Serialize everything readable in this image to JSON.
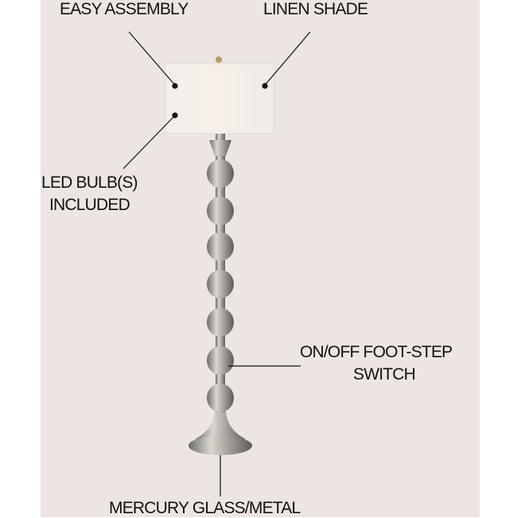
{
  "colors": {
    "background": "#ede5e1",
    "text": "#111111"
  },
  "callouts": {
    "easy_assembly": "EASY ASSEMBLY",
    "linen_shade": "LINEN SHADE",
    "led_line1": "LED BULB(S)",
    "led_line2": "INCLUDED",
    "switch_line1": "ON/OFF FOOT-STEP",
    "switch_line2": "SWITCH",
    "material": "MERCURY GLASS/METAL"
  }
}
